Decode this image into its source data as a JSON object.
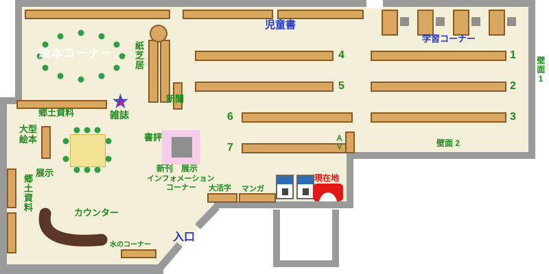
{
  "palette": {
    "floor": "#f3efd8",
    "wall": "#9a9a9a",
    "shelf_fill": "#d9a75f",
    "shelf_border": "#8a5a28",
    "label_green": "#1e8a1e",
    "label_blue": "#2135cf",
    "label_red": "#e41717",
    "counter_brown": "#5a3626",
    "table_yellow": "#f2e394",
    "display_pink": "#f6cdea",
    "chair_dot_green": "#2f9e44",
    "machine_blue": "#2b6cb8"
  },
  "areas": {
    "children_books": "児童書",
    "study_corner": "学習コーナー",
    "picture_book_corner": "絵本コーナー",
    "kamishibai": "紙芝居",
    "newspaper": "新聞",
    "magazines": "雑誌",
    "local_materials": "郷土資料",
    "large_picture_books": "大型絵本",
    "exhibition": "展示",
    "local_materials_side": "郷土資料",
    "book_review": "書評",
    "new_arrivals": "新刊",
    "new_arrivals_display": "展示",
    "information_line1": "インフォメーション",
    "information_line2": "コーナー",
    "large_print": "大活字",
    "manga": "マンガ",
    "current_location": "現在地",
    "counter": "カウンター",
    "water_corner": "水のコーナー",
    "entrance": "入口",
    "wall_1": "壁面1",
    "wall_2": "壁面 2",
    "av": "ＡＶ"
  },
  "shelf_numbers": [
    "1",
    "2",
    "3",
    "4",
    "5",
    "6",
    "7"
  ]
}
